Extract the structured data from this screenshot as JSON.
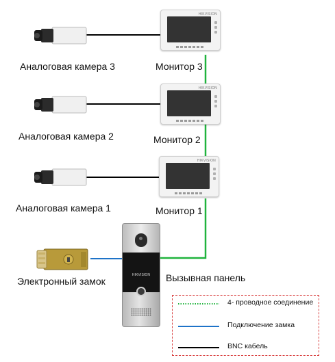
{
  "colors": {
    "four_wire": "#1fb33c",
    "lock_wire": "#1e73c8",
    "bnc_wire": "#000000",
    "legend_border": "#d94040"
  },
  "cameras": [
    {
      "label": "Аналоговая камера 3"
    },
    {
      "label": "Аналоговая камера 2"
    },
    {
      "label": "Аналоговая камера 1"
    }
  ],
  "monitors": [
    {
      "label": "Монитор 3",
      "brand": "HIKVISION"
    },
    {
      "label": "Монитор 2",
      "brand": "HIKVISION"
    },
    {
      "label": "Монитор 1",
      "brand": "HIKVISION"
    }
  ],
  "lock": {
    "label": "Электронный замок"
  },
  "call_panel": {
    "label": "Вызывная панель",
    "brand": "HIKVISION"
  },
  "legend": {
    "items": [
      {
        "label": "4- проводное соединение",
        "color": "#1fb33c",
        "style": "dotted"
      },
      {
        "label": "Подключение замка",
        "color": "#1e73c8",
        "style": "solid"
      },
      {
        "label": "BNC кабель",
        "color": "#000000",
        "style": "solid"
      }
    ]
  }
}
